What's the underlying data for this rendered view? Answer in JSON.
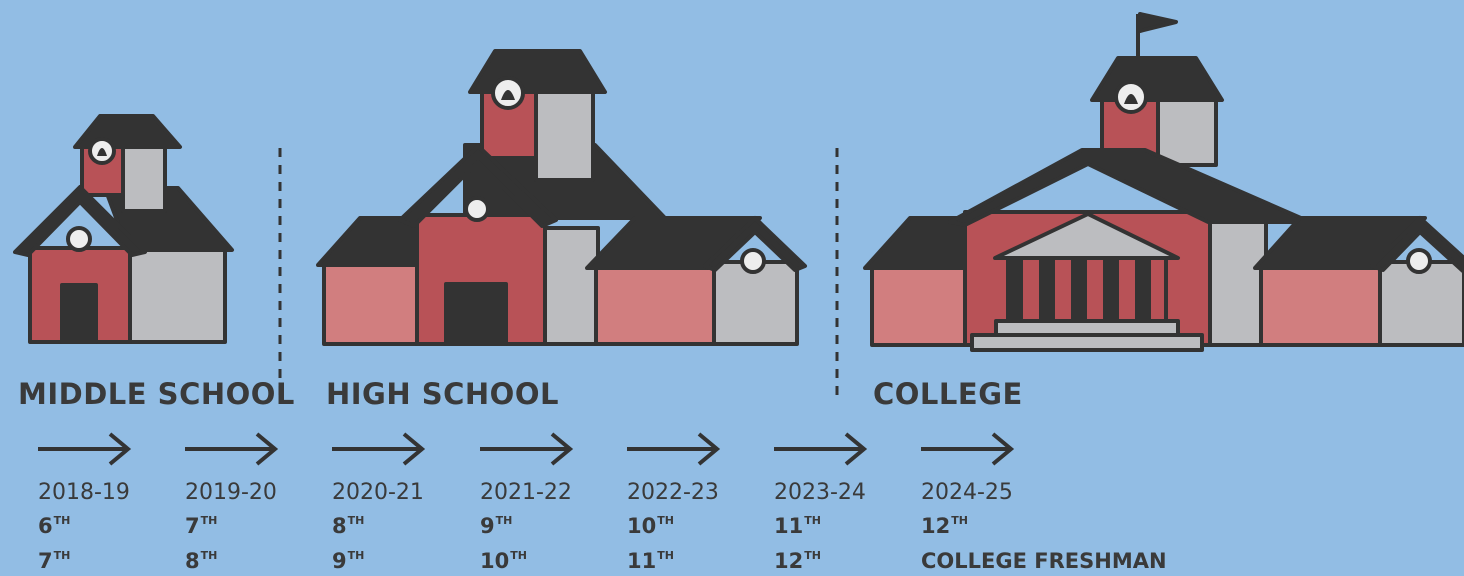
{
  "sections": {
    "middle_school": "MIDDLE SCHOOL",
    "high_school": "HIGH SCHOOL",
    "college": "COLLEGE"
  },
  "timeline": [
    {
      "year": "2018-19",
      "grade_a": "6",
      "grade_a_sup": "TH",
      "grade_b": "7",
      "grade_b_sup": "TH"
    },
    {
      "year": "2019-20",
      "grade_a": "7",
      "grade_a_sup": "TH",
      "grade_b": "8",
      "grade_b_sup": "TH"
    },
    {
      "year": "2020-21",
      "grade_a": "8",
      "grade_a_sup": "TH",
      "grade_b": "9",
      "grade_b_sup": "TH"
    },
    {
      "year": "2021-22",
      "grade_a": "9",
      "grade_a_sup": "TH",
      "grade_b": "10",
      "grade_b_sup": "TH"
    },
    {
      "year": "2022-23",
      "grade_a": "10",
      "grade_a_sup": "TH",
      "grade_b": "11",
      "grade_b_sup": "TH"
    },
    {
      "year": "2023-24",
      "grade_a": "11",
      "grade_a_sup": "TH",
      "grade_b": "12",
      "grade_b_sup": "TH"
    },
    {
      "year": "2024-25",
      "grade_a": "12",
      "grade_a_sup": "TH",
      "grade_b": "COLLEGE FRESHMAN",
      "grade_b_sup": ""
    }
  ],
  "colors": {
    "background": "#92bde4",
    "roof": "#333333",
    "red": "#b85257",
    "pink": "#d17e7f",
    "gray": "#bcbdc0",
    "text": "#3a3a3a"
  },
  "icons": [
    "bell-icon",
    "flag-icon",
    "arrow-right-icon"
  ]
}
